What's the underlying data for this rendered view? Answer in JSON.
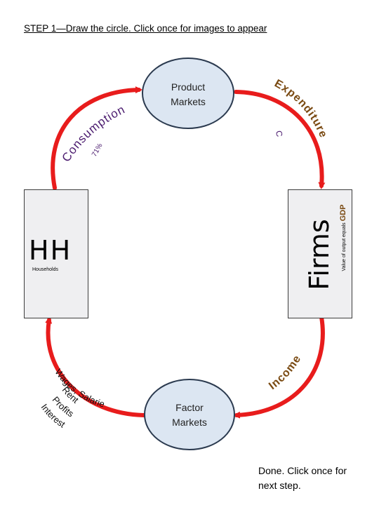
{
  "header": {
    "title": "STEP 1—Draw the circle. Click once for images to appear"
  },
  "nodes": {
    "product_markets": {
      "line1": "Product",
      "line2": "Markets"
    },
    "factor_markets": {
      "line1": "Factor",
      "line2": "Markets"
    },
    "households": {
      "title": "HH",
      "subtitle": "Households"
    },
    "firms": {
      "title": "Firms",
      "subtitle": "Value of output equals",
      "subtitle_emphasis": "GDP"
    }
  },
  "flows": {
    "consumption": "Consumption",
    "consumption_share": "71%",
    "expenditures": "Expenditures",
    "c_symbol": "C",
    "income": "Income",
    "wages": "Wages, Salaries",
    "rent": "Rent",
    "profits": "Profits",
    "interest": "Interest"
  },
  "footer": {
    "line1": "Done. Click once for",
    "line2": "next step."
  },
  "colors": {
    "arrow": "#e81c1c",
    "node_fill": "#dce6f2",
    "node_stroke": "#2b3a4f",
    "box_fill": "#efeff1",
    "flow_text": "#7a4a12",
    "consumption_text": "#4a1a6e"
  }
}
